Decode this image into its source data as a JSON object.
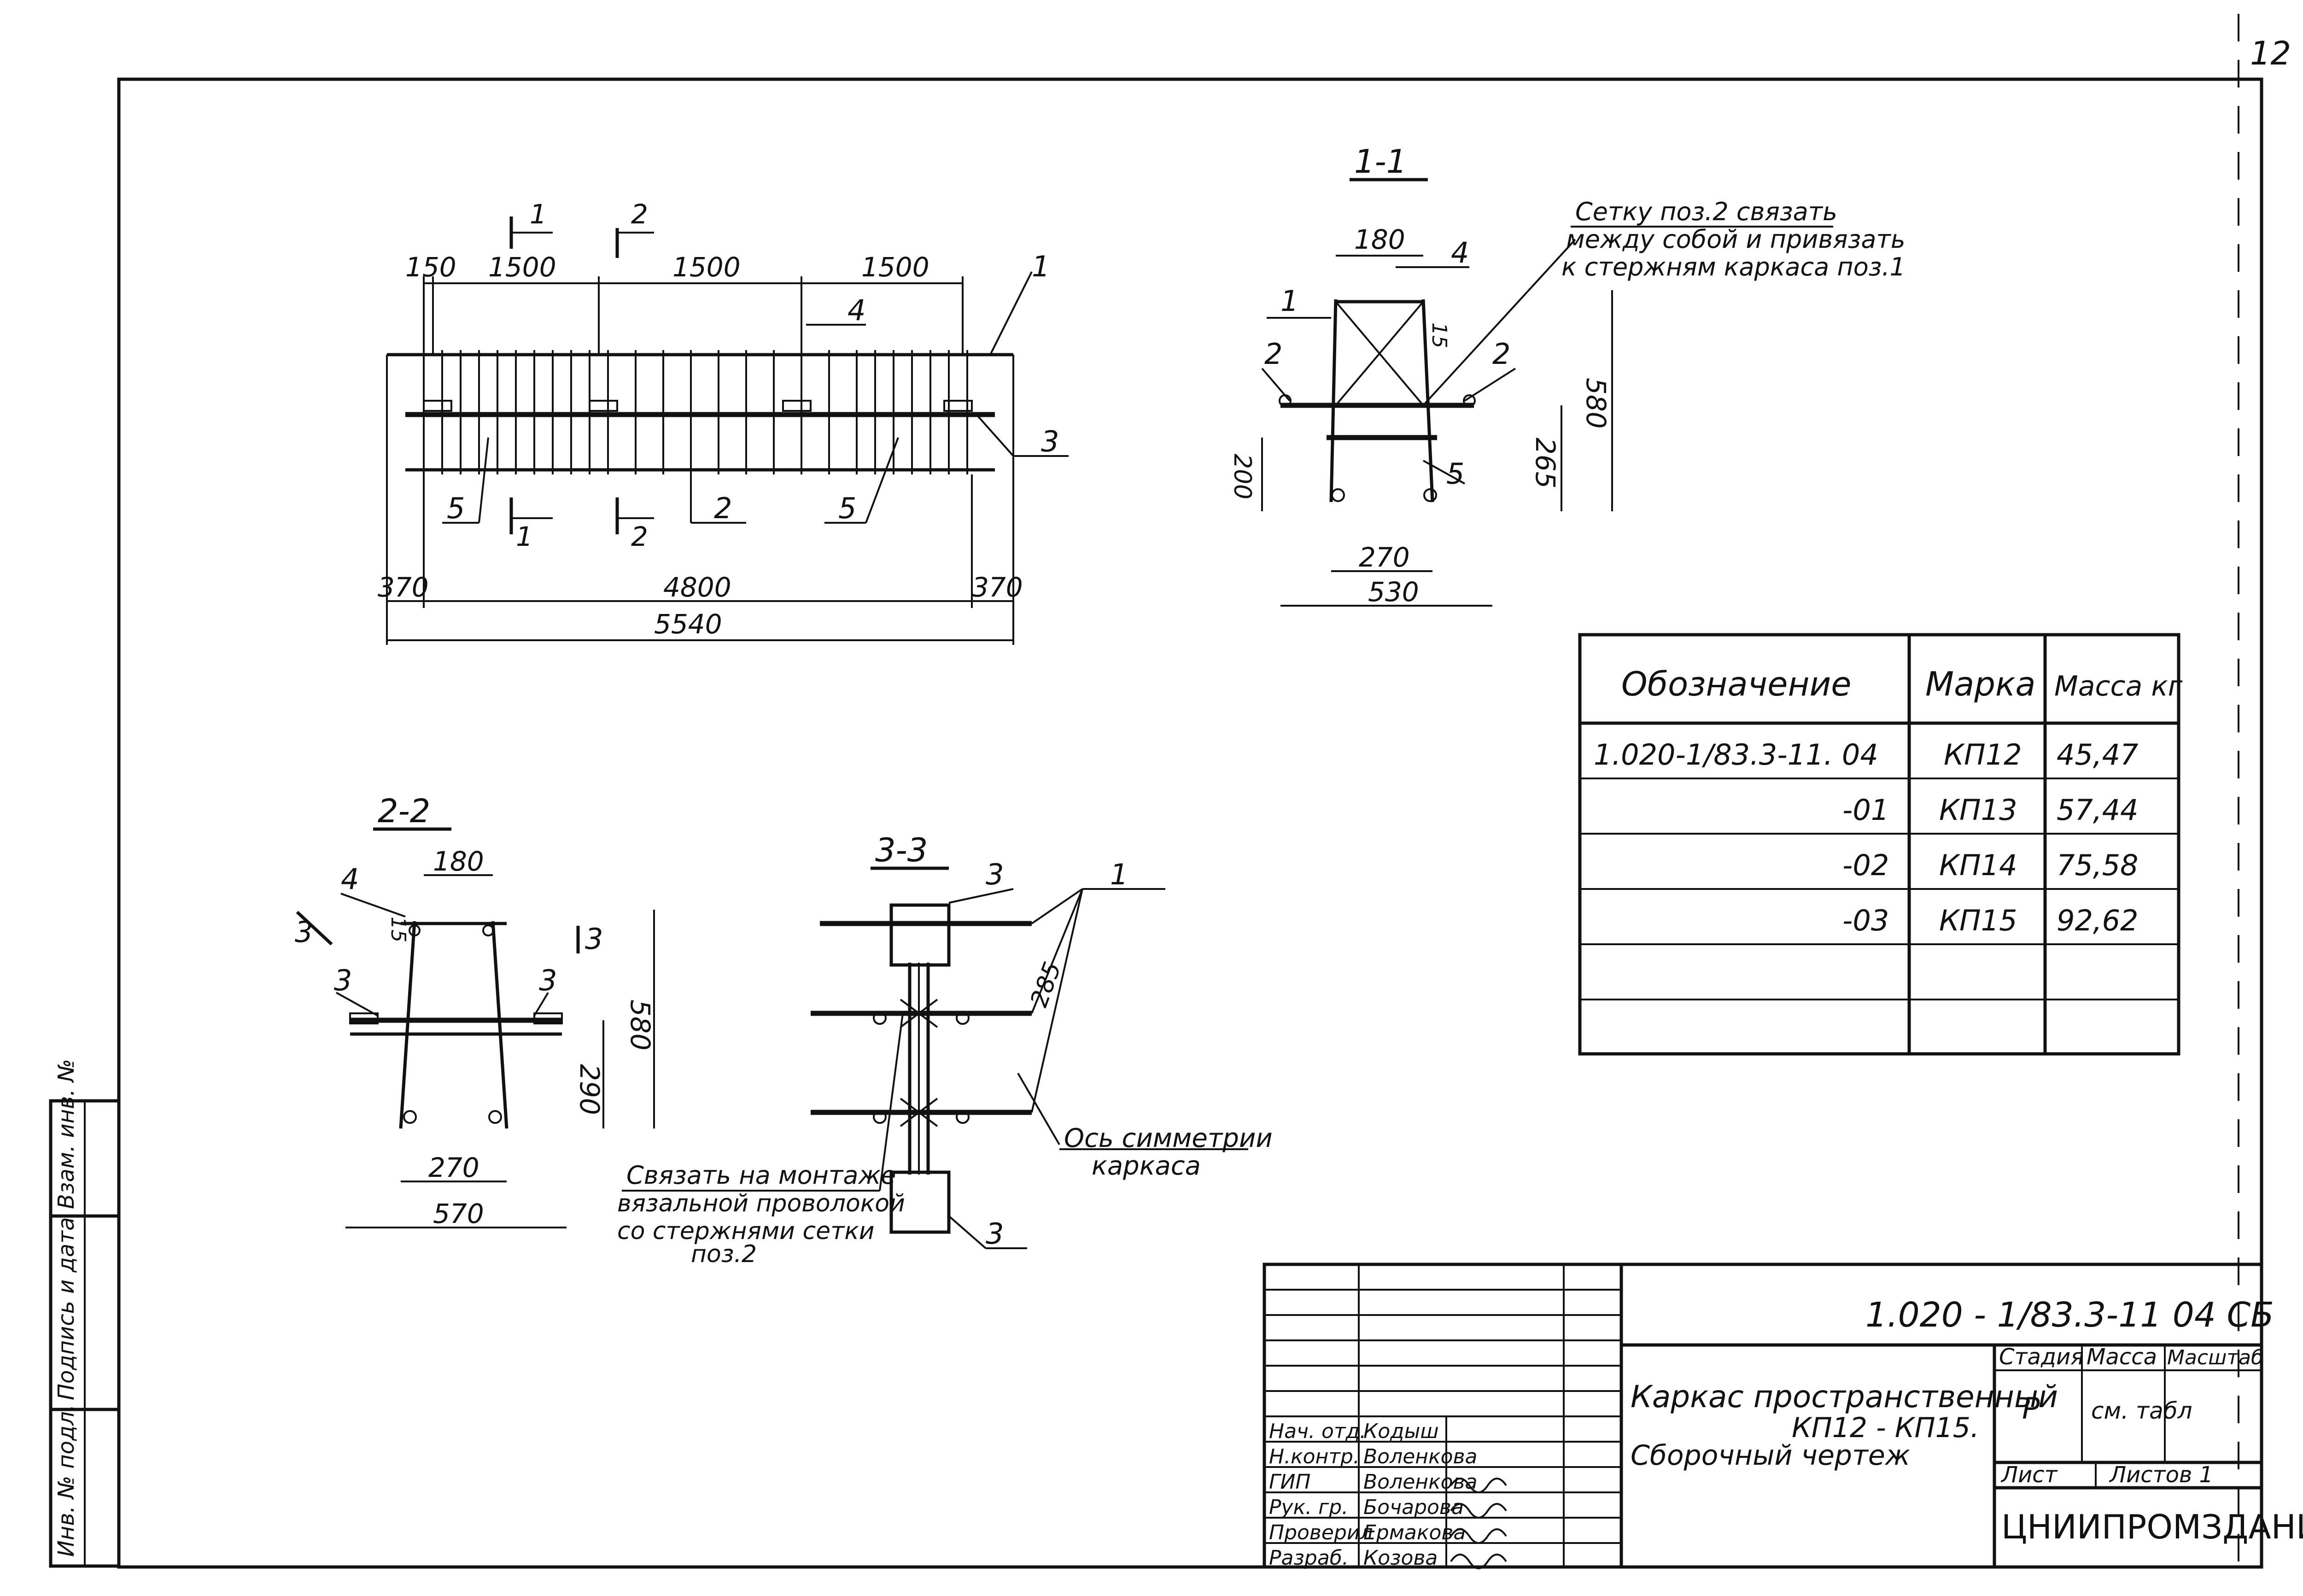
{
  "sheet_number": "12",
  "plan": {
    "cut_1": "1",
    "cut_2": "2",
    "dims_top": [
      "150",
      "1500",
      "1500",
      "1500"
    ],
    "dims_bottom": [
      "370",
      "4800",
      "370"
    ],
    "total": "5540",
    "callouts": [
      "1",
      "4",
      "3",
      "5",
      "2",
      "5"
    ]
  },
  "section_1": {
    "title": "1-1",
    "note": [
      "Сетку поз.2 связать",
      "между собой и привязать",
      "к стержням каркаса  поз.1"
    ],
    "dims": [
      "180",
      "15",
      "580",
      "265",
      "200",
      "270",
      "530"
    ],
    "callouts": [
      "1",
      "4",
      "2",
      "2",
      "5"
    ]
  },
  "section_2": {
    "title": "2-2",
    "dims": [
      "180",
      "15",
      "580",
      "290",
      "270",
      "570"
    ],
    "callouts": [
      "4",
      "3",
      "3",
      "3",
      "3"
    ]
  },
  "section_3": {
    "title": "3-3",
    "dim": "285",
    "callouts": [
      "3",
      "1",
      "3"
    ],
    "axis_note": [
      "Ось симметрии",
      "каркаса"
    ],
    "tie_note": [
      "Связать на монтаже",
      "вязальной проволокой",
      "со стержнями сетки",
      "поз.2"
    ]
  },
  "spec_table": {
    "headers": [
      "Обозначение",
      "Марка",
      "Масса кг"
    ],
    "rows": [
      [
        "1.020-1/83.3-11. 04",
        "КП12",
        "45,47"
      ],
      [
        "-01",
        "КП13",
        "57,44"
      ],
      [
        "-02",
        "КП14",
        "75,58"
      ],
      [
        "-03",
        "КП15",
        "92,62"
      ],
      [
        "",
        "",
        ""
      ],
      [
        "",
        "",
        ""
      ]
    ]
  },
  "title_block": {
    "doc_code": "1.020 - 1/83.3-11 04  СБ",
    "title": [
      "Каркас пространственный",
      "КП12 - КП15.",
      "Сборочный   чертеж"
    ],
    "stage_label": "Стадия",
    "mass_label": "Масса",
    "scale_label": "Масштаб",
    "stage": "Р",
    "mass": "см. табл",
    "sheet_label": "Лист",
    "sheets_label": "Листов 1",
    "org": "ЦНИИПРОМЗДАНИЙ",
    "roles": [
      "Нач. отд.",
      "Н.контр.",
      "ГИП",
      "Рук. гр.",
      "Проверил",
      "Разраб."
    ],
    "names": [
      "Кодыш",
      "Воленкова",
      "Воленкова",
      "Бочарова",
      "Ермакова",
      "Козова"
    ]
  },
  "side_stamp": [
    "Инв. № подл.",
    "Подпись и дата",
    "Взам. инв. №"
  ]
}
